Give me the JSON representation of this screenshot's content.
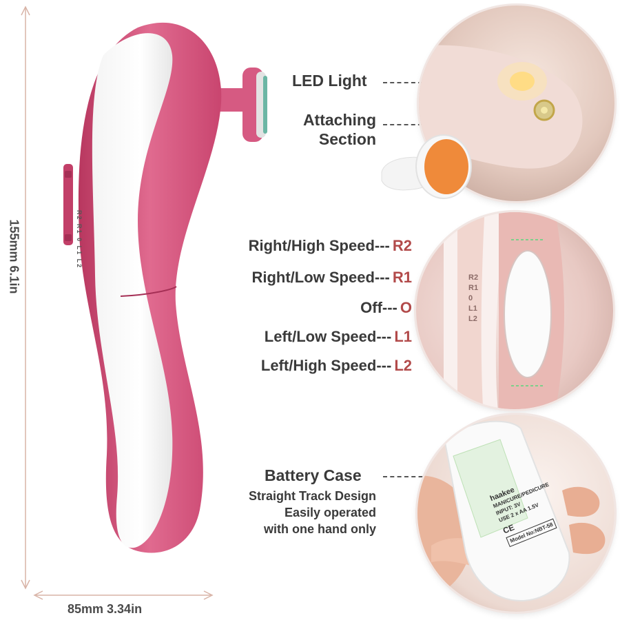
{
  "dimensions": {
    "height_label": "155mm  6.1in",
    "width_label": "85mm  3.34in"
  },
  "features": {
    "led": {
      "title": "LED Light"
    },
    "attach": {
      "title_line1": "Attaching",
      "title_line2": "Section"
    },
    "battery": {
      "title": "Battery Case",
      "sub_line1": "Straight Track Design",
      "sub_line2": "Easily operated",
      "sub_line3": "with one hand only"
    }
  },
  "speeds": [
    {
      "label": "Right/High Speed---",
      "code": "R2"
    },
    {
      "label": "Right/Low Speed---",
      "code": "R1"
    },
    {
      "label": "Off---",
      "code": "O"
    },
    {
      "label": "Left/Low Speed---",
      "code": "L1"
    },
    {
      "label": "Left/High Speed---",
      "code": "L2"
    }
  ],
  "device": {
    "switch_marks": [
      "R2",
      "R1",
      "0",
      "L1",
      "L2"
    ],
    "battery_brand": "haakee",
    "battery_lines": [
      "MANICURE/PEDICURE",
      "INPUT: 3V",
      "USE 2 x AA 1.5V"
    ],
    "model": "Model No:NBT-58"
  },
  "colors": {
    "pink": "#c9456f",
    "pink_light": "#e06a8f",
    "accent_code": "#b24a4a",
    "dim_line": "#d8b3a6"
  }
}
